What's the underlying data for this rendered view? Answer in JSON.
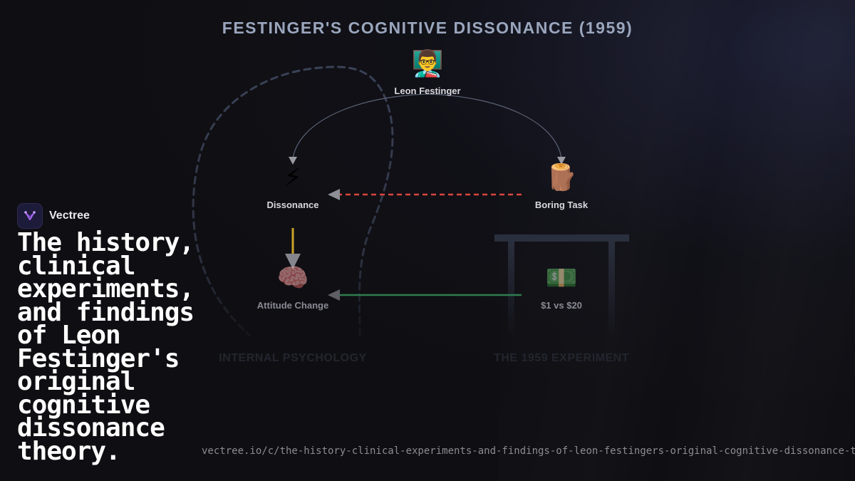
{
  "diagram": {
    "title": "FESTINGER'S COGNITIVE DISSONANCE (1959)",
    "nodes": {
      "festinger": {
        "emoji": "👨‍🏫",
        "label": "Leon Festinger"
      },
      "dissonance": {
        "emoji": "⚡",
        "label": "Dissonance"
      },
      "boring_task": {
        "emoji": "🪵",
        "label": "Boring Task"
      },
      "attitude_change": {
        "emoji": "🧠",
        "label": "Attitude Change"
      },
      "payment": {
        "emoji": "💵",
        "label": "$1 vs $20"
      }
    },
    "groups": {
      "internal": "INTERNAL PSYCHOLOGY",
      "experiment": "THE 1959 EXPERIMENT"
    },
    "colors": {
      "title": "#9aa6bd",
      "dashed_link": "#d9453d",
      "solid_link": "#2e8b57",
      "causal_arrow": "#c9a227",
      "boundary": "#3a4256"
    }
  },
  "brand": {
    "name": "Vectree",
    "logo_icon": "vectree-logo-icon"
  },
  "headline": "The history, clinical experiments, and findings of Leon Festinger's original cognitive dissonance theory.",
  "url": "vectree.io/c/the-history-clinical-experiments-and-findings-of-leon-festingers-original-cognitive-dissonance-t"
}
